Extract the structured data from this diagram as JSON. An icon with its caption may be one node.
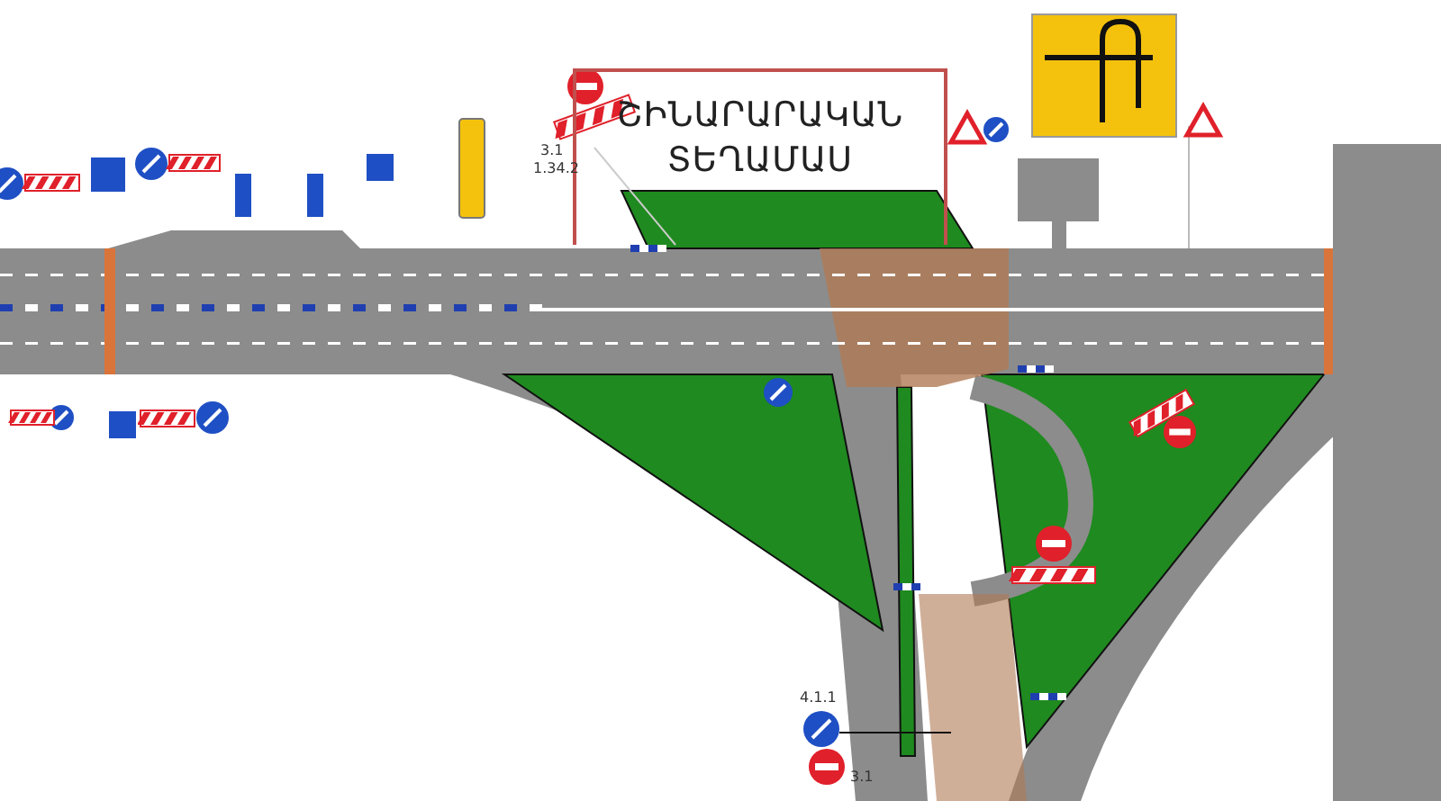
{
  "diagram": {
    "nodes": [
      {
        "text": [
          "ՇԻՆԱՐԱՐԱԿԱՆ ՏԵՂԱՄԱՍ"
        ]
      }
    ],
    "labels": [
      "3.1",
      "1.34.2",
      "4.1.1",
      "3.1"
    ]
  }
}
